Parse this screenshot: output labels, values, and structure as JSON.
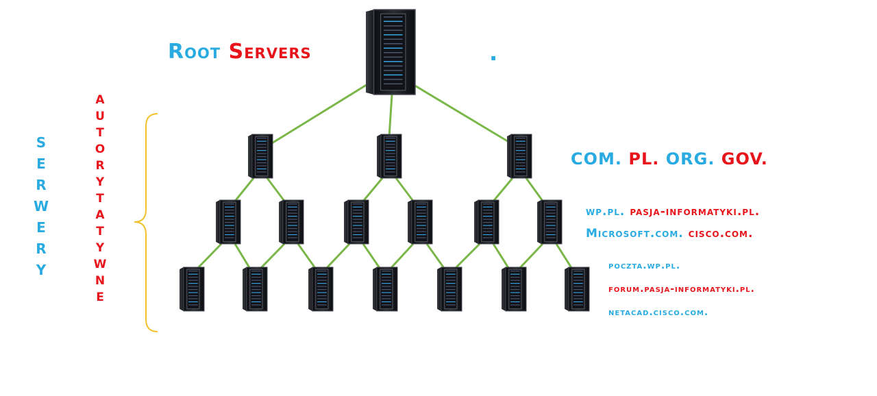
{
  "colors": {
    "link": "#7ab648",
    "bracket": "#f2c12e",
    "blue": "#29abe2",
    "red": "#e8141b",
    "server_body": "#1c1d22",
    "server_led": "#3aa6e6"
  },
  "root": {
    "label_part1": "Root",
    "label_part2": "Servers",
    "dot": "."
  },
  "tld": {
    "items": [
      {
        "text": "COM.",
        "color": "blue"
      },
      {
        "text": "PL.",
        "color": "red"
      },
      {
        "text": "ORG.",
        "color": "blue"
      },
      {
        "text": "GOV.",
        "color": "red"
      }
    ]
  },
  "second_level": {
    "row1": [
      {
        "text": "wp.pl.",
        "color": "blue"
      },
      {
        "text": "pasja-informatyki.pl.",
        "color": "red"
      }
    ],
    "row2": [
      {
        "text": "Microsoft.com.",
        "color": "blue"
      },
      {
        "text": "cisco.com.",
        "color": "red"
      }
    ]
  },
  "third_level": [
    {
      "text": "poczta.wp.pl.",
      "color": "blue"
    },
    {
      "text": "forum.pasja-informatyki.pl.",
      "color": "red"
    },
    {
      "text": "netacad.cisco.com.",
      "color": "blue"
    }
  ],
  "side_labels": {
    "serwery": [
      "S",
      "E",
      "R",
      "W",
      "E",
      "R",
      "Y"
    ],
    "autorytatywne": [
      "A",
      "U",
      "T",
      "O",
      "R",
      "Y",
      "T",
      "A",
      "T",
      "Y",
      "W",
      "N",
      "E"
    ]
  },
  "icons": {
    "server": "server-rack-icon",
    "bracket": "curly-bracket-icon"
  }
}
